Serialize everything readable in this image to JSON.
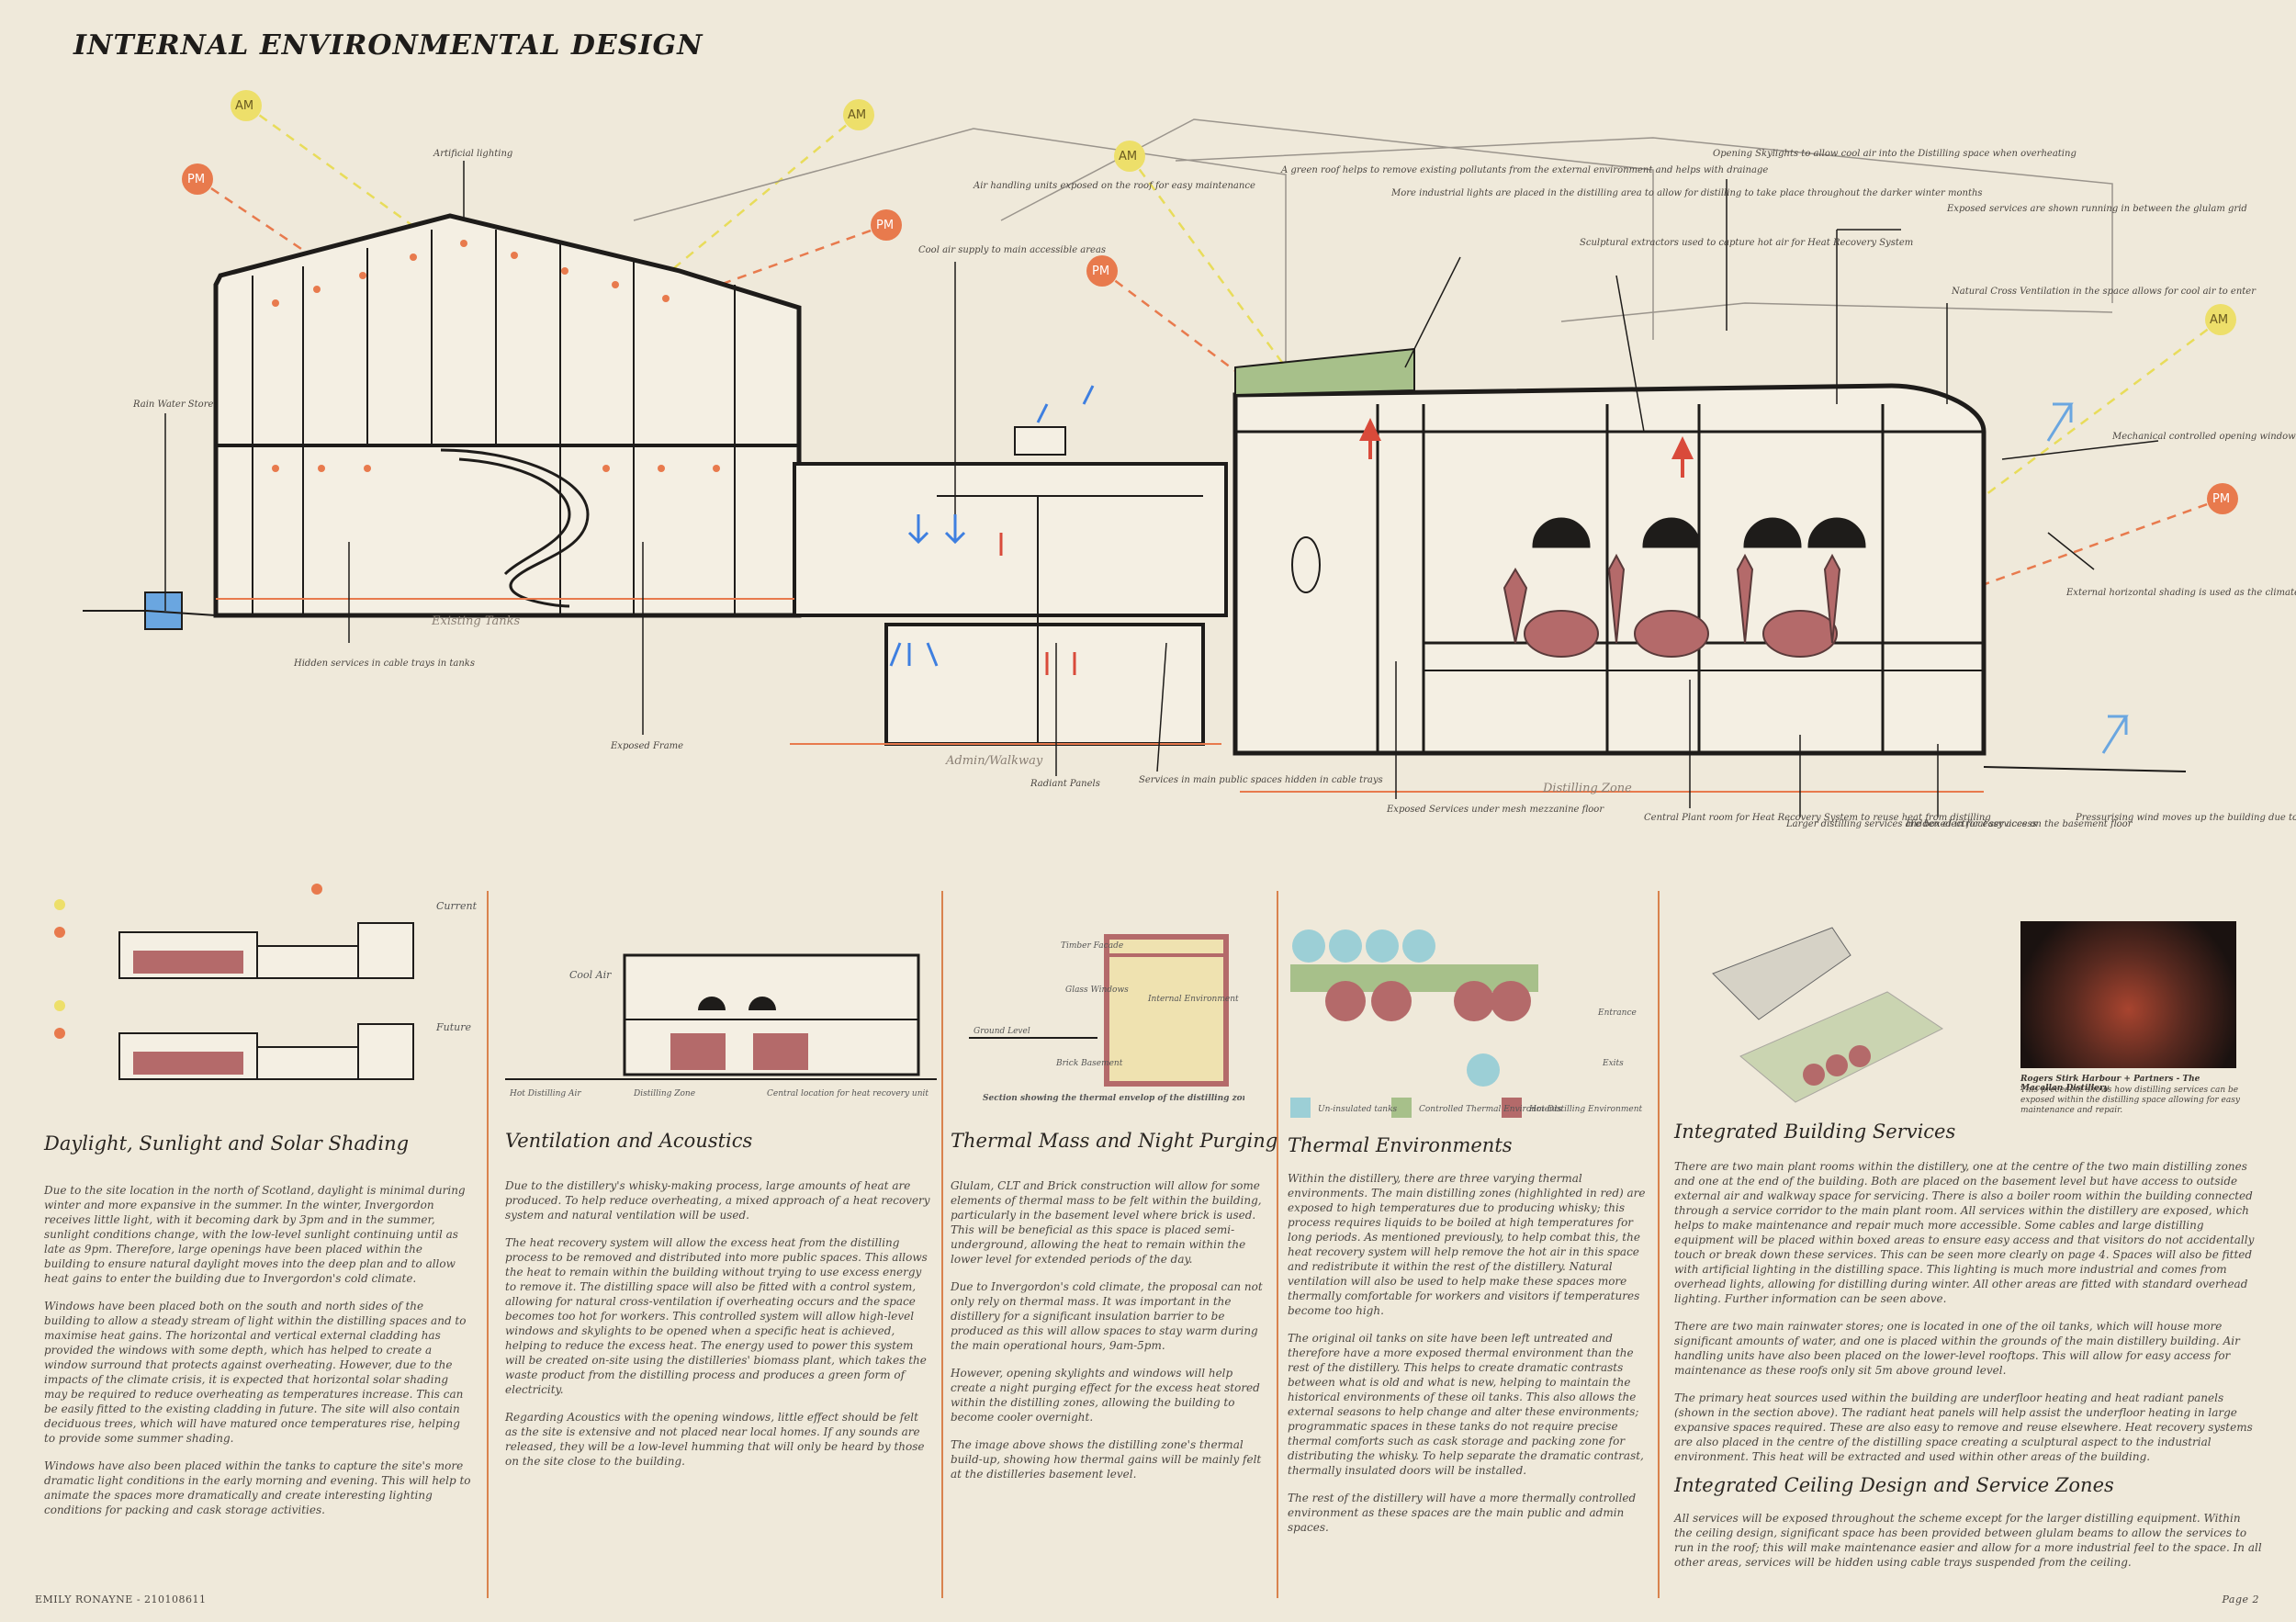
{
  "page_title": "INTERNAL ENVIRONMENTAL DESIGN",
  "section_labels": {
    "artificial_lighting": "Artificial lighting",
    "rain_water_store": "Rain Water Store",
    "hidden_services": "Hidden services in cable trays in tanks",
    "existing_tanks": "Existing Tanks",
    "exposed_frame": "Exposed Frame",
    "air_handling": "Air handling units exposed on the roof for easy maintenance",
    "cool_air_supply": "Cool air supply to main accessible areas",
    "admin_walkway": "Admin/Walkway",
    "radiant_panels": "Radiant Panels",
    "services_main_public": "Services in main public spaces hidden in cable trays",
    "green_roof": "A green roof helps to remove existing pollutants from the external environment and helps with drainage",
    "more_industrial_lights": "More industrial lights are placed in the distilling area to allow for distilling to take place throughout the darker winter months",
    "sculptural_extractors": "Sculptural extractors used to capture hot air for Heat Recovery System",
    "opening_skylights": "Opening Skylights to allow cool air into the Distilling space when overheating",
    "exposed_services": "Exposed services are shown running in between the glulam grid",
    "natural_cross_ventilation": "Natural Cross Ventilation in the space allows for cool air to enter",
    "mechanical_windows": "Mechanical controlled opening windows",
    "external_horizontal_shading": "External horizontal shading is used as the climate of Invergordon gets warmer",
    "exposed_services_mesh": "Exposed Services under mesh mezzanine floor",
    "distilling_zone": "Distilling Zone",
    "central_plant_room": "Central Plant room for Heat Recovery System to reuse heat from distilling",
    "larger_distilling_services": "Larger distilling services are boxed in for easy access",
    "hidden_electrical": "Hidden electrical services on the basement floor",
    "pressurising_wind": "Pressurising wind moves up the building due to its height",
    "am": "AM",
    "pm": "PM"
  },
  "panels": [
    {
      "heading": "Daylight, Sunlight and Solar Shading",
      "diagram_labels": [
        "Current",
        "Future"
      ],
      "paragraphs": [
        "Due to the site location in the north of Scotland, daylight is minimal during winter and more expansive in the summer. In the winter, Invergordon receives little light, with it becoming dark by 3pm and in the summer, sunlight conditions change, with the low-level sunlight continuing until as late as 9pm. Therefore, large openings have been placed within the building to ensure natural daylight moves into the deep plan and to allow heat gains to enter the building due to Invergordon's cold climate.",
        "Windows have been placed both on the south and north sides of the building to allow a steady stream of light within the distilling spaces and to maximise heat gains. The horizontal and vertical external cladding has provided the windows with some depth, which has helped to create a window surround that protects against overheating. However, due to the impacts of the climate crisis, it is expected that horizontal solar shading may be required to reduce overheating as temperatures increase. This can be easily fitted to the existing cladding in future. The site will also contain deciduous trees, which will have matured once temperatures rise, helping to provide some summer shading.",
        "Windows have also been placed within the tanks to capture the site's more dramatic light conditions in the early morning and evening. This will help to animate the spaces more dramatically and create interesting lighting conditions for packing and cask storage activities."
      ]
    },
    {
      "heading": "Ventilation and Acoustics",
      "diagram_labels": [
        "Cool Air",
        "Hot Distilling Air",
        "Distilling Zone",
        "Central location for heat recovery unit"
      ],
      "paragraphs": [
        "Due to the distillery's whisky-making process, large amounts of heat are produced. To help reduce overheating, a mixed approach of a heat recovery system and natural ventilation will be used.",
        "The heat recovery system will allow the excess heat from the distilling process to be removed and distributed into more public spaces. This allows the heat to remain within the building without trying to use excess energy to remove it. The distilling space will also be fitted with a control system, allowing for natural cross-ventilation if overheating occurs and the space becomes too hot for workers. This controlled system will allow high-level windows and skylights to be opened when a specific heat is achieved, helping to reduce the excess heat. The energy used to power this system will be created on-site using the distilleries' biomass plant, which takes the waste product from the distilling process and produces a green form of electricity.",
        "Regarding Acoustics with the opening windows, little effect should be felt as the site is extensive and not placed near local homes. If any sounds are released, they will be a low-level humming that will only be heard by those on the site close to the building."
      ]
    },
    {
      "heading": "Thermal Mass and Night Purging",
      "diagram_labels": [
        "Timber Facade",
        "Glass Windows",
        "Internal Environment",
        "Ground Level",
        "Brick Basement",
        "Section showing the thermal envelop of the distilling zones"
      ],
      "paragraphs": [
        "Glulam, CLT and Brick construction will allow for some elements of thermal mass to be felt within the building, particularly in the basement level where brick is used. This will be beneficial as this space is placed semi-underground, allowing the heat to remain within the lower level for extended periods of the day.",
        "Due to Invergordon's cold climate, the proposal can not only rely on thermal mass. It was important in the distillery for a significant insulation barrier to be produced as this will allow spaces to stay warm during the main operational hours, 9am-5pm.",
        "However, opening skylights and windows will help create a night purging effect for the excess heat stored within the distilling zones, allowing the building to become cooler overnight.",
        "The image above shows the distilling zone's thermal build-up, showing how thermal gains will be mainly felt at the distilleries basement level."
      ]
    },
    {
      "heading": "Thermal Environments",
      "diagram_labels": [
        "Entrance",
        "Exits",
        "Un-insulated tanks",
        "Controlled Thermal Environments",
        "Hot Distilling Environment"
      ],
      "paragraphs": [
        "Within the distillery, there are three varying thermal environments. The main distilling zones (highlighted in red) are exposed to high temperatures due to producing whisky; this process requires liquids to be boiled at high temperatures for long periods. As mentioned previously, to help combat this, the heat recovery system will help remove the hot air in this space and redistribute it within the rest of the distillery. Natural ventilation will also be used to help make these spaces more thermally comfortable for workers and visitors if temperatures become too high.",
        "The original oil tanks on site have been left untreated and therefore have a more exposed thermal environment than the rest of the distillery. This helps to create dramatic contrasts between what is old and what is new, helping to maintain the historical environments of these oil tanks. This also allows the external seasons to help change and alter these environments; programmatic spaces in these tanks do not require precise thermal comforts such as cask storage and packing zone for distributing the whisky. To help separate the dramatic contrast, thermally insulated doors will be installed.",
        "The rest of the distillery will have a more thermally controlled environment as these spaces are the main public and admin spaces."
      ]
    },
    {
      "heading": "Integrated Building Services",
      "precedent_caption_title": "Rogers Stirk Harbour + Partners - The Macallan Distillery",
      "precedent_caption_text": "This precedent shows how distilling services can be exposed within the distilling space allowing for easy maintenance and repair.",
      "paragraphs": [
        "There are two main plant rooms within the distillery, one at the centre of the two main distilling zones and one at the end of the building. Both are placed on the basement level but have access to outside external air and walkway space for servicing. There is also a boiler room within the building connected through a service corridor to the main plant room. All services within the distillery are exposed, which helps to make maintenance and repair much more accessible. Some cables and large distilling equipment will be placed within boxed areas to ensure easy access and that visitors do not accidentally touch or break down these services. This can be seen more clearly on page 4. Spaces will also be fitted with artificial lighting in the distilling space. This lighting is much more industrial and comes from overhead lights, allowing for distilling during winter. All other areas are fitted with standard overhead lighting. Further information can be seen above.",
        "There are two main rainwater stores; one is located in one of the oil tanks, which will house more significant amounts of water, and one is placed within the grounds of the main distillery building. Air handling units have also been placed on the lower-level rooftops. This will allow for easy access for maintenance as these roofs only sit 5m above ground level.",
        "The primary heat sources used within the building are underfloor heating and heat radiant panels (shown in the section above). The radiant heat panels will help assist the underfloor heating in large expansive spaces required. These are also easy to remove and reuse elsewhere. Heat recovery systems are also placed in the centre of the distilling space creating a sculptural aspect to the industrial environment. This heat will be extracted and used within other areas of the building."
      ]
    },
    {
      "heading": "Integrated Ceiling Design and Service Zones",
      "paragraphs": [
        "All services will be exposed throughout the scheme except for the larger distilling equipment. Within the ceiling design, significant space has been provided between glulam beams to allow the services to run in the roof; this will make maintenance easier and allow for a more industrial feel to the space. In all other areas, services will be hidden using cable trays suspended from the ceiling."
      ]
    }
  ],
  "footer": {
    "author": "EMILY RONAYNE - 210108611",
    "page": "Page 2"
  },
  "colors": {
    "background": "#efe9da",
    "accent_orange": "#e87a4d",
    "sun_am": "#eddf6a",
    "copper": "#b46a6a",
    "green_roof": "#a7c08a",
    "cool_air_blue": "#3e7fe0",
    "tank_blue": "#9ccfd6"
  }
}
